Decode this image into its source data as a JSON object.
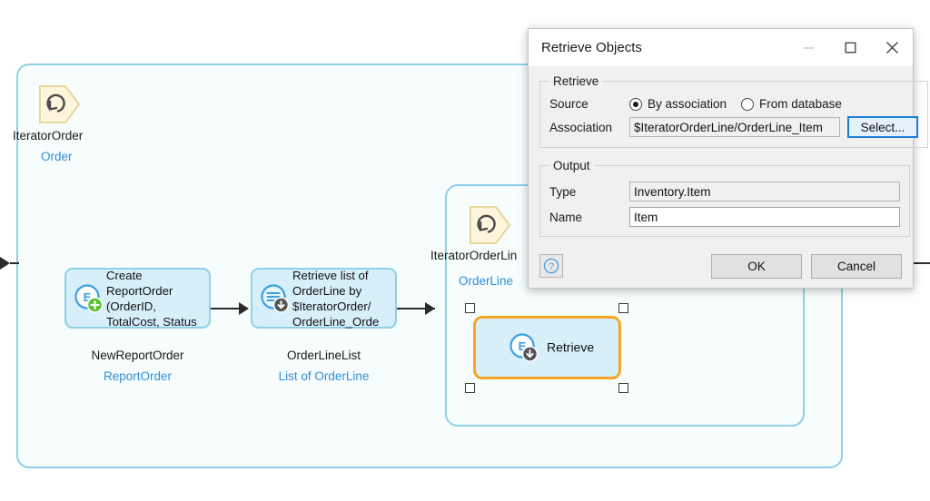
{
  "diagram": {
    "outer_loop": {
      "name": "IteratorOrder",
      "type": "Order",
      "icon": "loop-iterator-icon"
    },
    "inner_loop": {
      "name": "IteratorOrderLin",
      "type": "OrderLine",
      "icon": "loop-iterator-icon"
    },
    "activities": [
      {
        "text": "Create\nReportOrder\n(OrderID,\nTotalCost, Status",
        "caption": "NewReportOrder",
        "caption_sub": "ReportOrder",
        "icon": "create-object-icon"
      },
      {
        "text": "Retrieve list of\nOrderLine by\n$IteratorOrder/\nOrderLine_Orde",
        "caption": "OrderLineList",
        "caption_sub": "List of OrderLine",
        "icon": "retrieve-list-icon"
      },
      {
        "text": "Retrieve",
        "caption": "",
        "caption_sub": "",
        "icon": "retrieve-object-icon",
        "selected": true
      }
    ]
  },
  "dialog": {
    "title": "Retrieve Objects",
    "window_buttons": {
      "minimize": "minimize-icon",
      "maximize": "maximize-icon",
      "close": "close-icon"
    },
    "retrieve_group": {
      "legend": "Retrieve",
      "source_label": "Source",
      "options": [
        {
          "label": "By association",
          "checked": true
        },
        {
          "label": "From database",
          "checked": false
        }
      ],
      "association_label": "Association",
      "association_value": "$IteratorOrderLine/OrderLine_Item",
      "select_button": "Select..."
    },
    "output_group": {
      "legend": "Output",
      "type_label": "Type",
      "type_value": "Inventory.Item",
      "name_label": "Name",
      "name_value": "Item"
    },
    "footer": {
      "help": "help-icon",
      "ok": "OK",
      "cancel": "Cancel"
    }
  },
  "colors": {
    "container_border": "#8ed0e8",
    "container_fill": "#f7fcfd",
    "activity_fill": "#d7eefb",
    "selection": "#f5a623",
    "link_text": "#2f8fd6"
  }
}
